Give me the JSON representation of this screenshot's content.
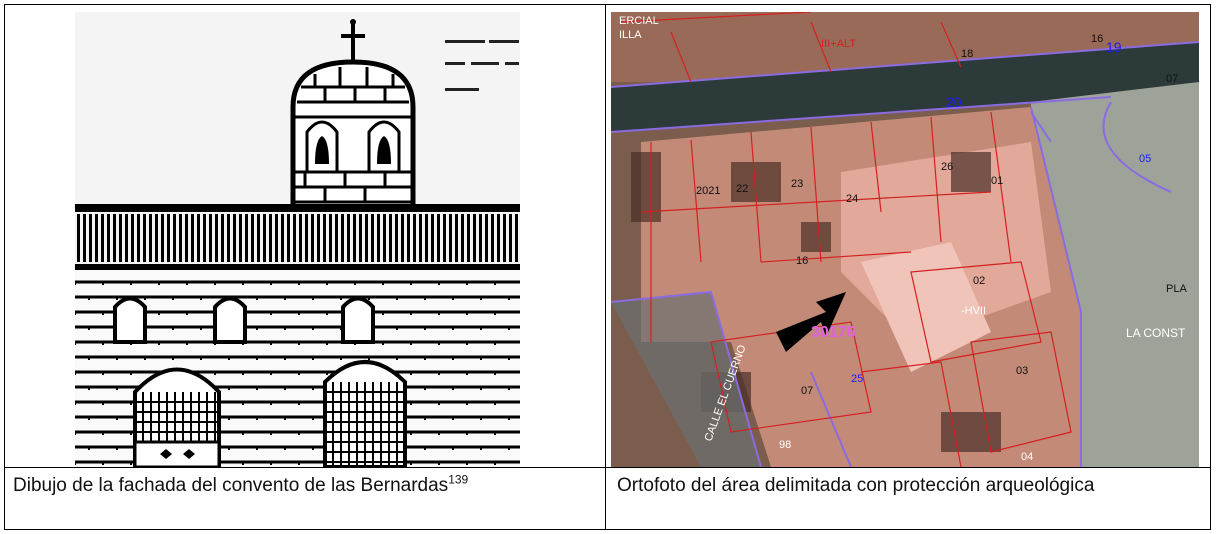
{
  "left_cell": {
    "caption_text": "Dibujo de la fachada del convento de las Bernardas",
    "caption_footnote": "139"
  },
  "right_cell": {
    "caption_text": "Ortofoto del área delimitada con protección arqueológica"
  },
  "ortho_labels": {
    "comercial": "ERCIAL",
    "illa": "ILLA",
    "n16": "16",
    "n18": "18",
    "n19": "19",
    "n07": "07",
    "n20": "20",
    "n26": "26",
    "n01": "01",
    "n24": "24",
    "n23": "23",
    "n22": "22",
    "n21": "2021",
    "n16b": "16",
    "n02": "02",
    "n03": "03",
    "n04": "04",
    "n07b": "07",
    "n98": "98",
    "n05": "05",
    "n25": "25",
    "street1": "CALLE EL CUERNO",
    "street2": "LA CONST",
    "pla": "PLA",
    "zone": "30176",
    "hvii": "-HVII",
    "iialt": "III+ALT"
  }
}
